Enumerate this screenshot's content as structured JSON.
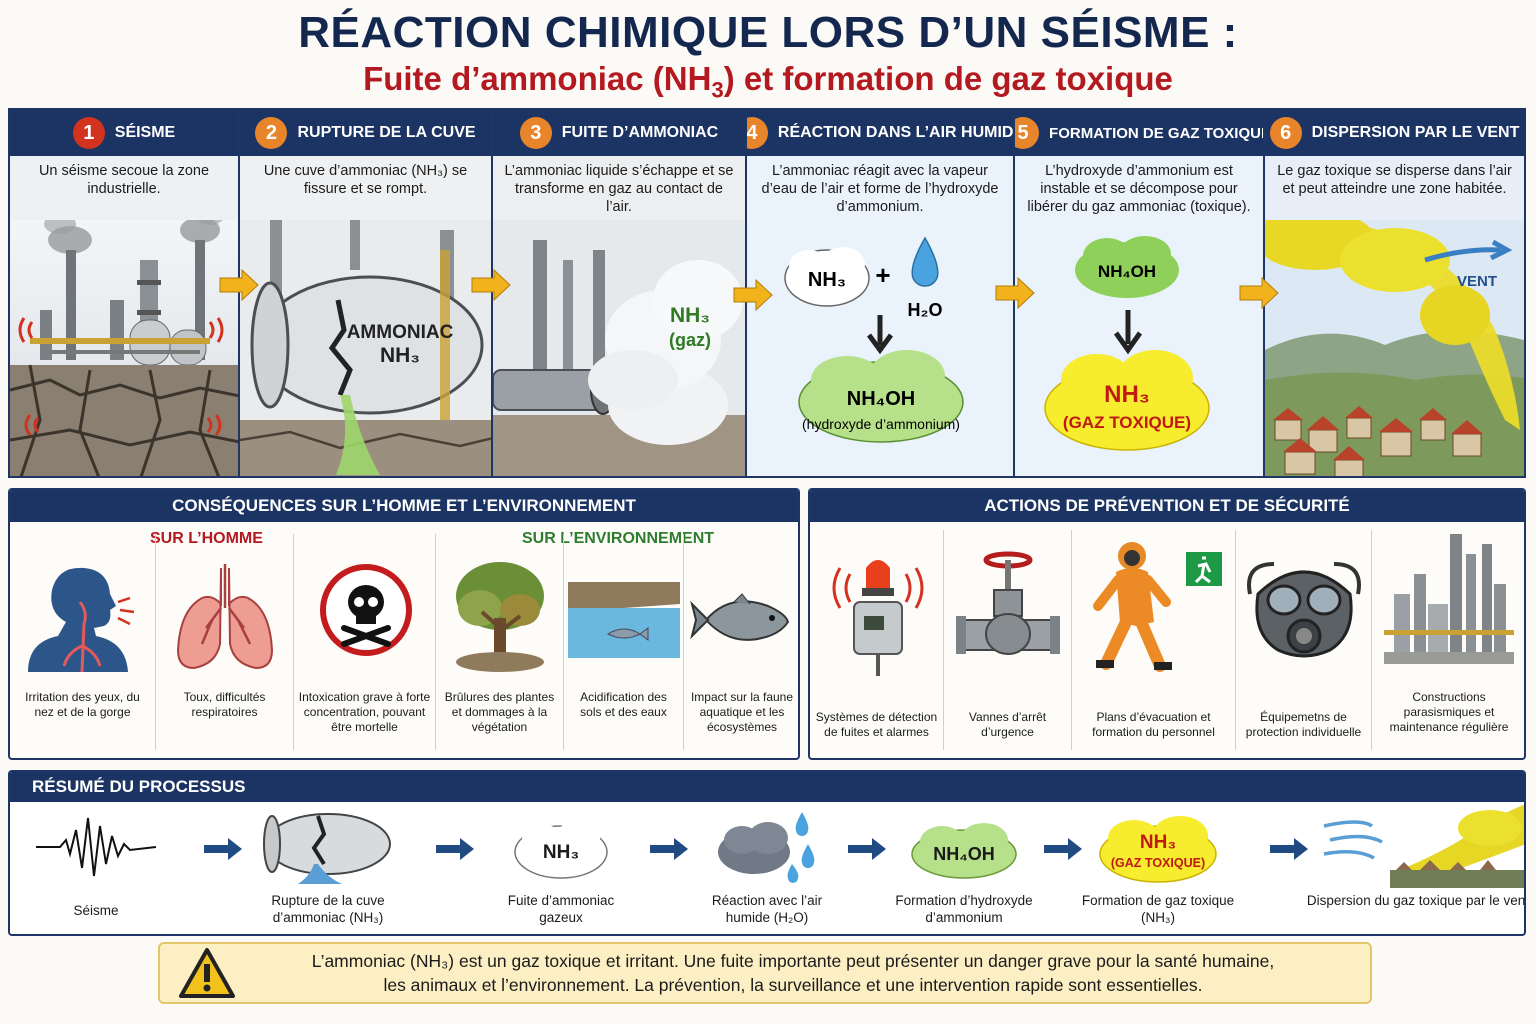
{
  "header": {
    "title": "RÉACTION CHIMIQUE LORS D’UN SÉISME :",
    "subtitle_pre": "Fuite d’ammoniac (NH",
    "subtitle_sub": "3",
    "subtitle_post": ") et formation de gaz toxique"
  },
  "colors": {
    "navy": "#1c3463",
    "red": "#b3191f",
    "step_orange": "#e8842a",
    "step1_red": "#d2321e",
    "arrow_yellow": "#f2b21c",
    "green_label": "#2e7d2e",
    "warning_bg": "#fdefc4"
  },
  "steps": [
    {
      "num": "1",
      "title": "SÉISME",
      "desc": "Un séisme secoue la zone industrielle."
    },
    {
      "num": "2",
      "title": "RUPTURE DE LA CUVE",
      "desc": "Une cuve d’ammoniac (NH₃) se fissure et se rompt.",
      "tank_label_1": "AMMONIAC",
      "tank_label_2": "NH₃"
    },
    {
      "num": "3",
      "title": "FUITE D’AMMONIAC",
      "desc": "L’ammoniac liquide s’échappe et se transforme en gaz au contact de l’air.",
      "gas_label_1": "NH₃",
      "gas_label_2": "(gaz)"
    },
    {
      "num": "4",
      "title": "RÉACTION DANS L’AIR HUMIDE",
      "desc": "L’ammoniac réagit avec la vapeur d’eau de l’air et forme de l’hydroxyde d’ammonium.",
      "reactant_1": "NH₃",
      "plus": "+",
      "reactant_2": "H₂O",
      "product": "NH₄OH",
      "product_name": "(hydroxyde d’ammonium)"
    },
    {
      "num": "5",
      "title": "FORMATION DE GAZ TOXIQUE",
      "desc": "L’hydroxyde d’ammonium est instable et se décompose pour libérer du gaz ammoniac (toxique).",
      "reactant": "NH₄OH",
      "product": "NH₃",
      "product_note": "(GAZ TOXIQUE)"
    },
    {
      "num": "6",
      "title": "DISPERSION PAR LE VENT",
      "desc": "Le gaz toxique se disperse dans l’air et peut atteindre une zone habitée.",
      "wind_label": "VENT"
    }
  ],
  "consequences": {
    "title": "CONSÉQUENCES SUR L’HOMME ET L’ENVIRONNEMENT",
    "human_label": "SUR L’HOMME",
    "env_label": "SUR L’ENVIRONNEMENT",
    "items": [
      {
        "icon": "head-airway-icon",
        "caption": "Irritation des yeux, du nez et de la gorge"
      },
      {
        "icon": "lungs-icon",
        "caption": "Toux, difficultés respiratoires"
      },
      {
        "icon": "skull-icon",
        "caption": "Intoxication grave à forte concentration, pouvant être mortelle"
      },
      {
        "icon": "damaged-tree-icon",
        "caption": "Brûlures des plantes et dommages à la végétation"
      },
      {
        "icon": "acid-water-icon",
        "caption": "Acidification des sols et des eaux"
      },
      {
        "icon": "fish-icon",
        "caption": "Impact sur la faune aquatique et les écosystèmes"
      }
    ]
  },
  "prevention": {
    "title": "ACTIONS DE PRÉVENTION ET DE SÉCURITÉ",
    "items": [
      {
        "icon": "alarm-detector-icon",
        "caption": "Systèmes de détection de fuites et alarmes"
      },
      {
        "icon": "valve-icon",
        "caption": "Vannes d’arrêt d’urgence"
      },
      {
        "icon": "evacuation-icon",
        "caption": "Plans d’évacuation et formation du personnel"
      },
      {
        "icon": "gas-mask-icon",
        "caption": "Équipemetns de protection individuelle"
      },
      {
        "icon": "factory-icon",
        "caption": "Constructions parasismiques et maintenance régulière"
      }
    ]
  },
  "summary": {
    "title": "RÉSUMÉ DU PROCESSUS",
    "items": [
      {
        "icon": "seismogram-icon",
        "caption": "Séisme"
      },
      {
        "icon": "broken-tank-icon",
        "caption": "Rupture de la cuve d’ammoniac (NH₃)"
      },
      {
        "icon": "nh3-cloud-icon",
        "caption": "Fuite d’ammoniac gazeux",
        "cloud": "NH₃"
      },
      {
        "icon": "rain-cloud-icon",
        "caption": "Réaction avec l’air humide (H₂O)"
      },
      {
        "icon": "nh4oh-cloud-icon",
        "caption": "Formation d’hydroxyde d’ammonium",
        "cloud": "NH₄OH"
      },
      {
        "icon": "toxic-cloud-icon",
        "caption": "Formation de gaz toxique (NH₃)",
        "cloud": "NH₃",
        "cloud_note": "(GAZ TOXIQUE)"
      },
      {
        "icon": "wind-smoke-icon",
        "caption": "Dispersion du gaz toxique par le vent"
      }
    ]
  },
  "warning": {
    "line1": "L’ammoniac (NH₃) est un gaz toxique et irritant. Une fuite importante peut présenter un danger grave pour la santé humaine,",
    "line2": "les animaux et l’environnement. La prévention, la surveillance et une intervention rapide sont essentielles."
  }
}
